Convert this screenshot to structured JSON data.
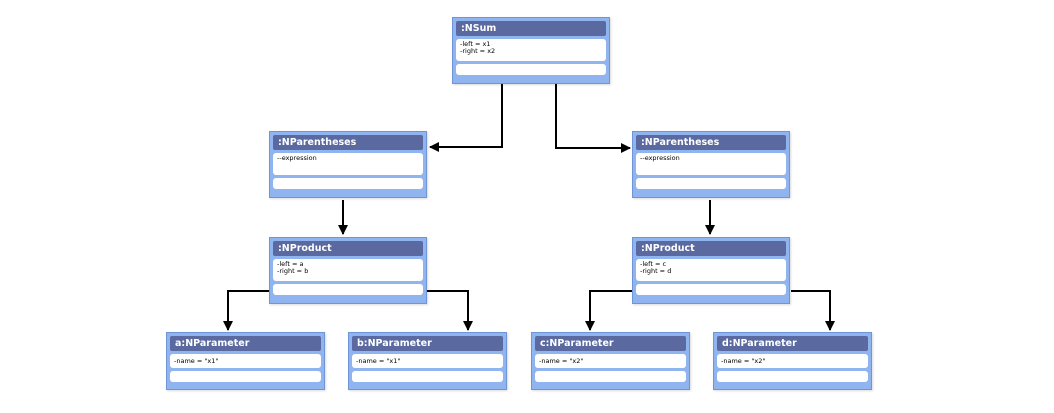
{
  "nodes": {
    "nsum": {
      "title": ":NSum",
      "attrs": [
        "-left = x1",
        "-right = x2"
      ]
    },
    "paren_left": {
      "title": ":NParentheses",
      "attrs": [
        "--expression"
      ]
    },
    "paren_right": {
      "title": ":NParentheses",
      "attrs": [
        "--expression"
      ]
    },
    "prod_left": {
      "title": ":NProduct",
      "attrs": [
        "-left = a",
        "-right = b"
      ]
    },
    "prod_right": {
      "title": ":NProduct",
      "attrs": [
        "-left = c",
        "-right = d"
      ]
    },
    "param_a": {
      "title": "a:NParameter",
      "attrs": [
        "-name = \"x1\""
      ]
    },
    "param_b": {
      "title": "b:NParameter",
      "attrs": [
        "-name = \"x1\""
      ]
    },
    "param_c": {
      "title": "c:NParameter",
      "attrs": [
        "-name = \"x2\""
      ]
    },
    "param_d": {
      "title": "d:NParameter",
      "attrs": [
        "-name = \"x2\""
      ]
    }
  },
  "colors": {
    "node_fill": "#8fb4f0",
    "node_border": "#6f95d6",
    "title_bar": "#5a6aa0",
    "edge": "#000000"
  }
}
